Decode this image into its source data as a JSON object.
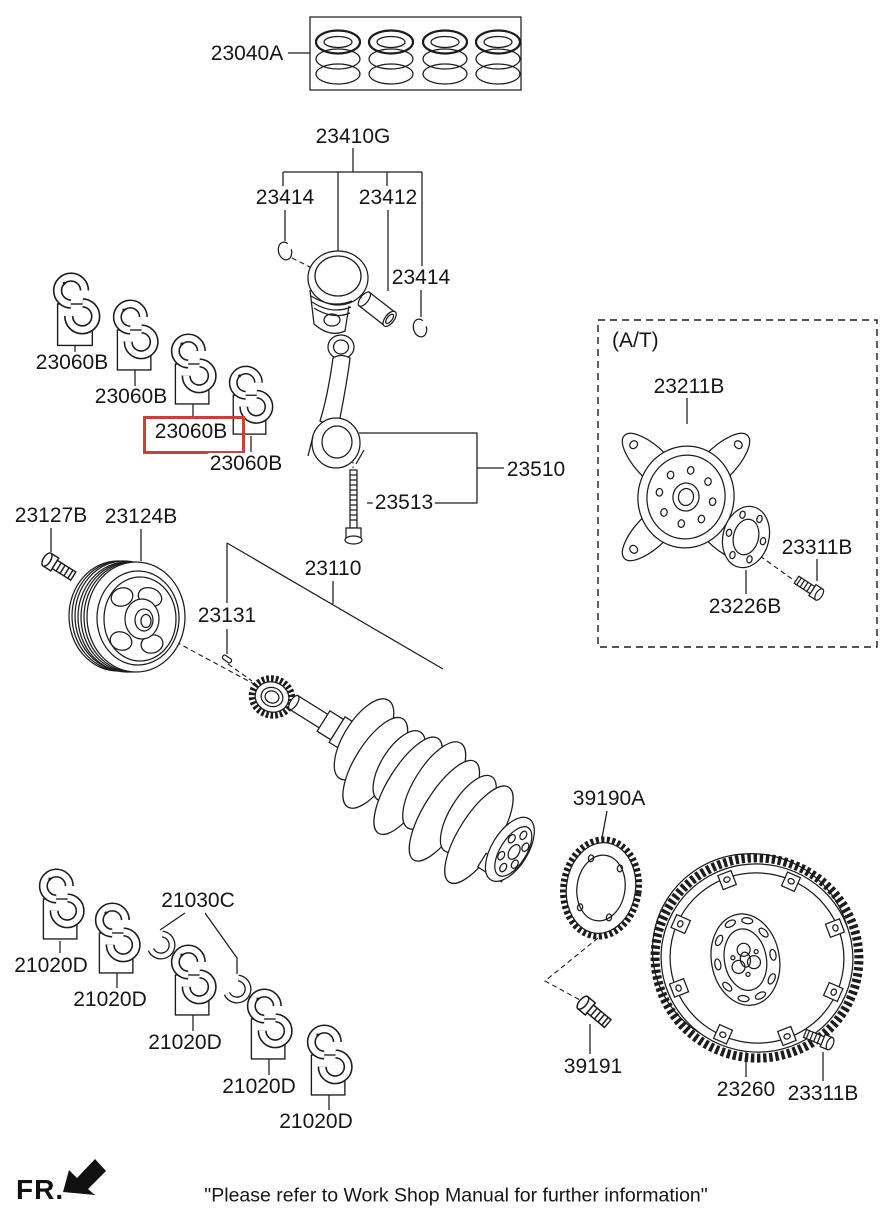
{
  "diagram": {
    "type": "engine-crankshaft-piston-parts-diagram",
    "highlight": {
      "part": "23060B",
      "color": "#c64338"
    },
    "at_group": {
      "label": "(A/T)"
    },
    "footer": {
      "direction_label": "FR.",
      "note": "\"Please refer to Work Shop Manual for further information\""
    }
  },
  "part_labels": [
    {
      "text": "23040A"
    },
    {
      "text": "23410G"
    },
    {
      "text": "23414"
    },
    {
      "text": "23412"
    },
    {
      "text": "23414"
    },
    {
      "text": "23060B"
    },
    {
      "text": "23060B"
    },
    {
      "text": "23060B"
    },
    {
      "text": "23060B"
    },
    {
      "text": "23510"
    },
    {
      "text": "23513"
    },
    {
      "text": "23211B"
    },
    {
      "text": "23311B"
    },
    {
      "text": "23226B"
    },
    {
      "text": "23127B"
    },
    {
      "text": "23124B"
    },
    {
      "text": "23131"
    },
    {
      "text": "23110"
    },
    {
      "text": "39190A"
    },
    {
      "text": "21020D"
    },
    {
      "text": "21020D"
    },
    {
      "text": "21030C"
    },
    {
      "text": "21020D"
    },
    {
      "text": "21020D"
    },
    {
      "text": "21020D"
    },
    {
      "text": "39191"
    },
    {
      "text": "23260"
    },
    {
      "text": "23311B"
    }
  ]
}
